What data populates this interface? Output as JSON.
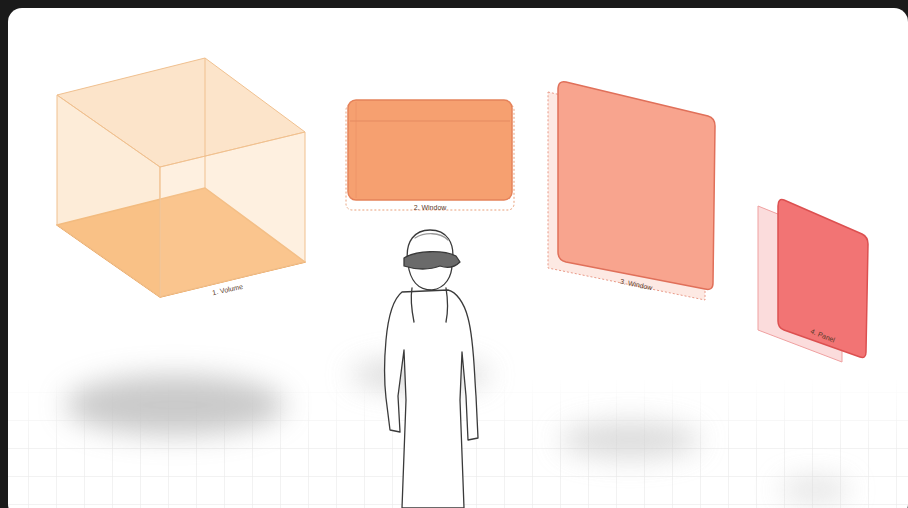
{
  "diagram": {
    "labels": [
      "1. Volume",
      "2. Window",
      "3. Window",
      "4. Panel"
    ]
  }
}
